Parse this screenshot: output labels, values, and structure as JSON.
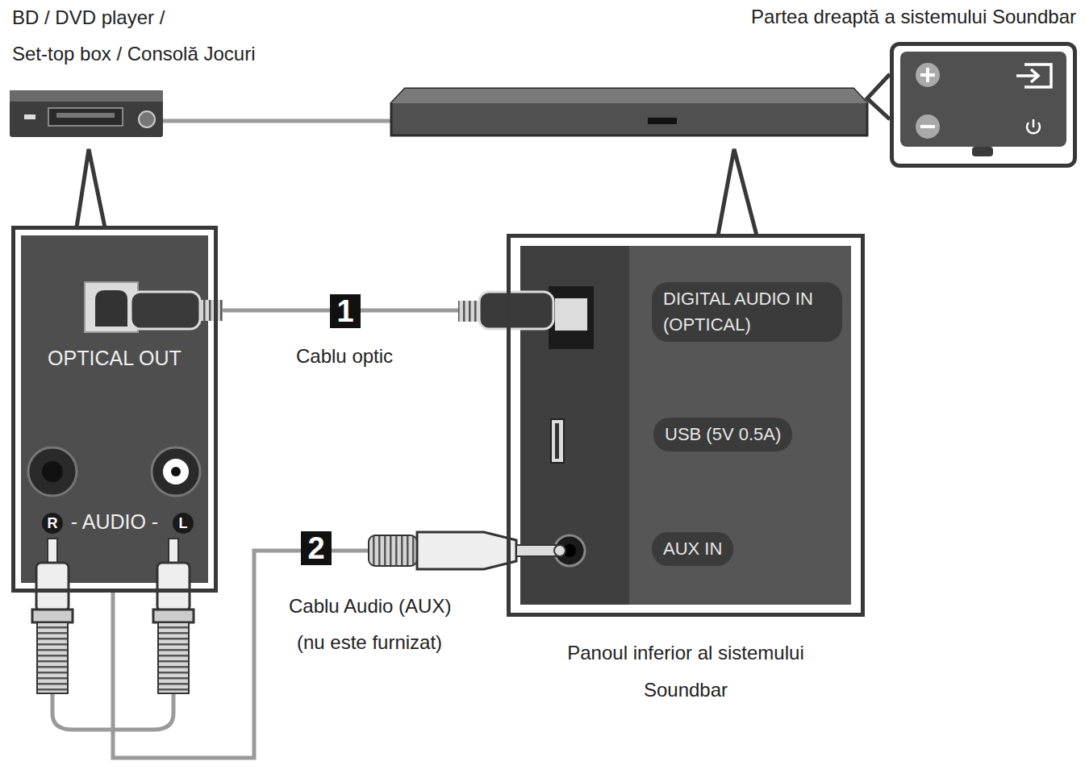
{
  "diagram": {
    "nodes": [
      {
        "text": [
          "OPTICAL OUT",
          "- AUDIO -"
        ]
      },
      {
        "text": [
          "R"
        ],
        "in": 0
      },
      {
        "text": [
          "L"
        ],
        "in": 0
      },
      {
        "text": [
          "Panoul inferior al sistemului Soundbar"
        ]
      },
      {
        "text": [
          "DIGITAL AUDIO IN (OPTICAL)"
        ],
        "in": 3
      },
      {
        "text": [
          "USB (5V 0.5A)"
        ],
        "in": 3
      },
      {
        "text": [
          "AUX IN"
        ],
        "in": 3
      },
      {
        "text": [
          "Partea dreaptă a sistemului Soundbar"
        ]
      }
    ],
    "edges": [
      {
        "from": 0,
        "to": 3,
        "arrow": "none",
        "label": "1"
      },
      {
        "from": 0,
        "to": 3,
        "arrow": "none",
        "label": "2"
      }
    ],
    "labels": [
      "BD / DVD player /",
      "Set-top box / Consolă Jocuri",
      "Cablu optic",
      "Cablu Audio (AUX)",
      "(nu este furnizat)"
    ]
  }
}
